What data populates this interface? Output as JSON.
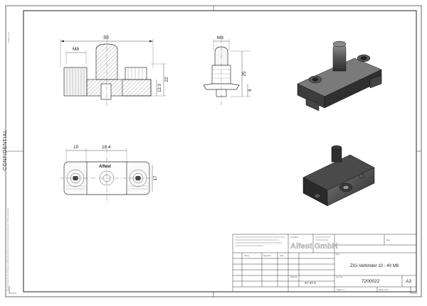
{
  "sheet": {
    "side_label": "CONFIDENTIAL",
    "corner_note": "Page 1 of 1",
    "bottom_note": "The information in this drawing is confidential and may not be reproduced or disclosed without permission."
  },
  "dimensions": {
    "front_width": "39",
    "front_thread": "M8",
    "front_h1": "12.3",
    "front_h2": "22",
    "side_thread": "M8",
    "side_h1": "25",
    "side_h2": "6",
    "top_w1": "10",
    "top_w2": "18.4",
    "top_h": "17",
    "logo_mark": "Alfest"
  },
  "title_block": {
    "company": "Alfest GmbH",
    "company_label": "Company",
    "description_label": "Title",
    "title": "ZIG-Verbinder 10 - 40 M8",
    "drawing_number_label": "Drw. No.",
    "drawing_number": "7200022",
    "size": "A3",
    "material_code": "S7 37-2",
    "material_label": "Material",
    "scale_label": "Scale 1:1",
    "sheet_label": "Sheet 1 of 1",
    "rev_label": "Rev.",
    "header_cols": [
      "Name",
      "Signature",
      "Date"
    ]
  }
}
